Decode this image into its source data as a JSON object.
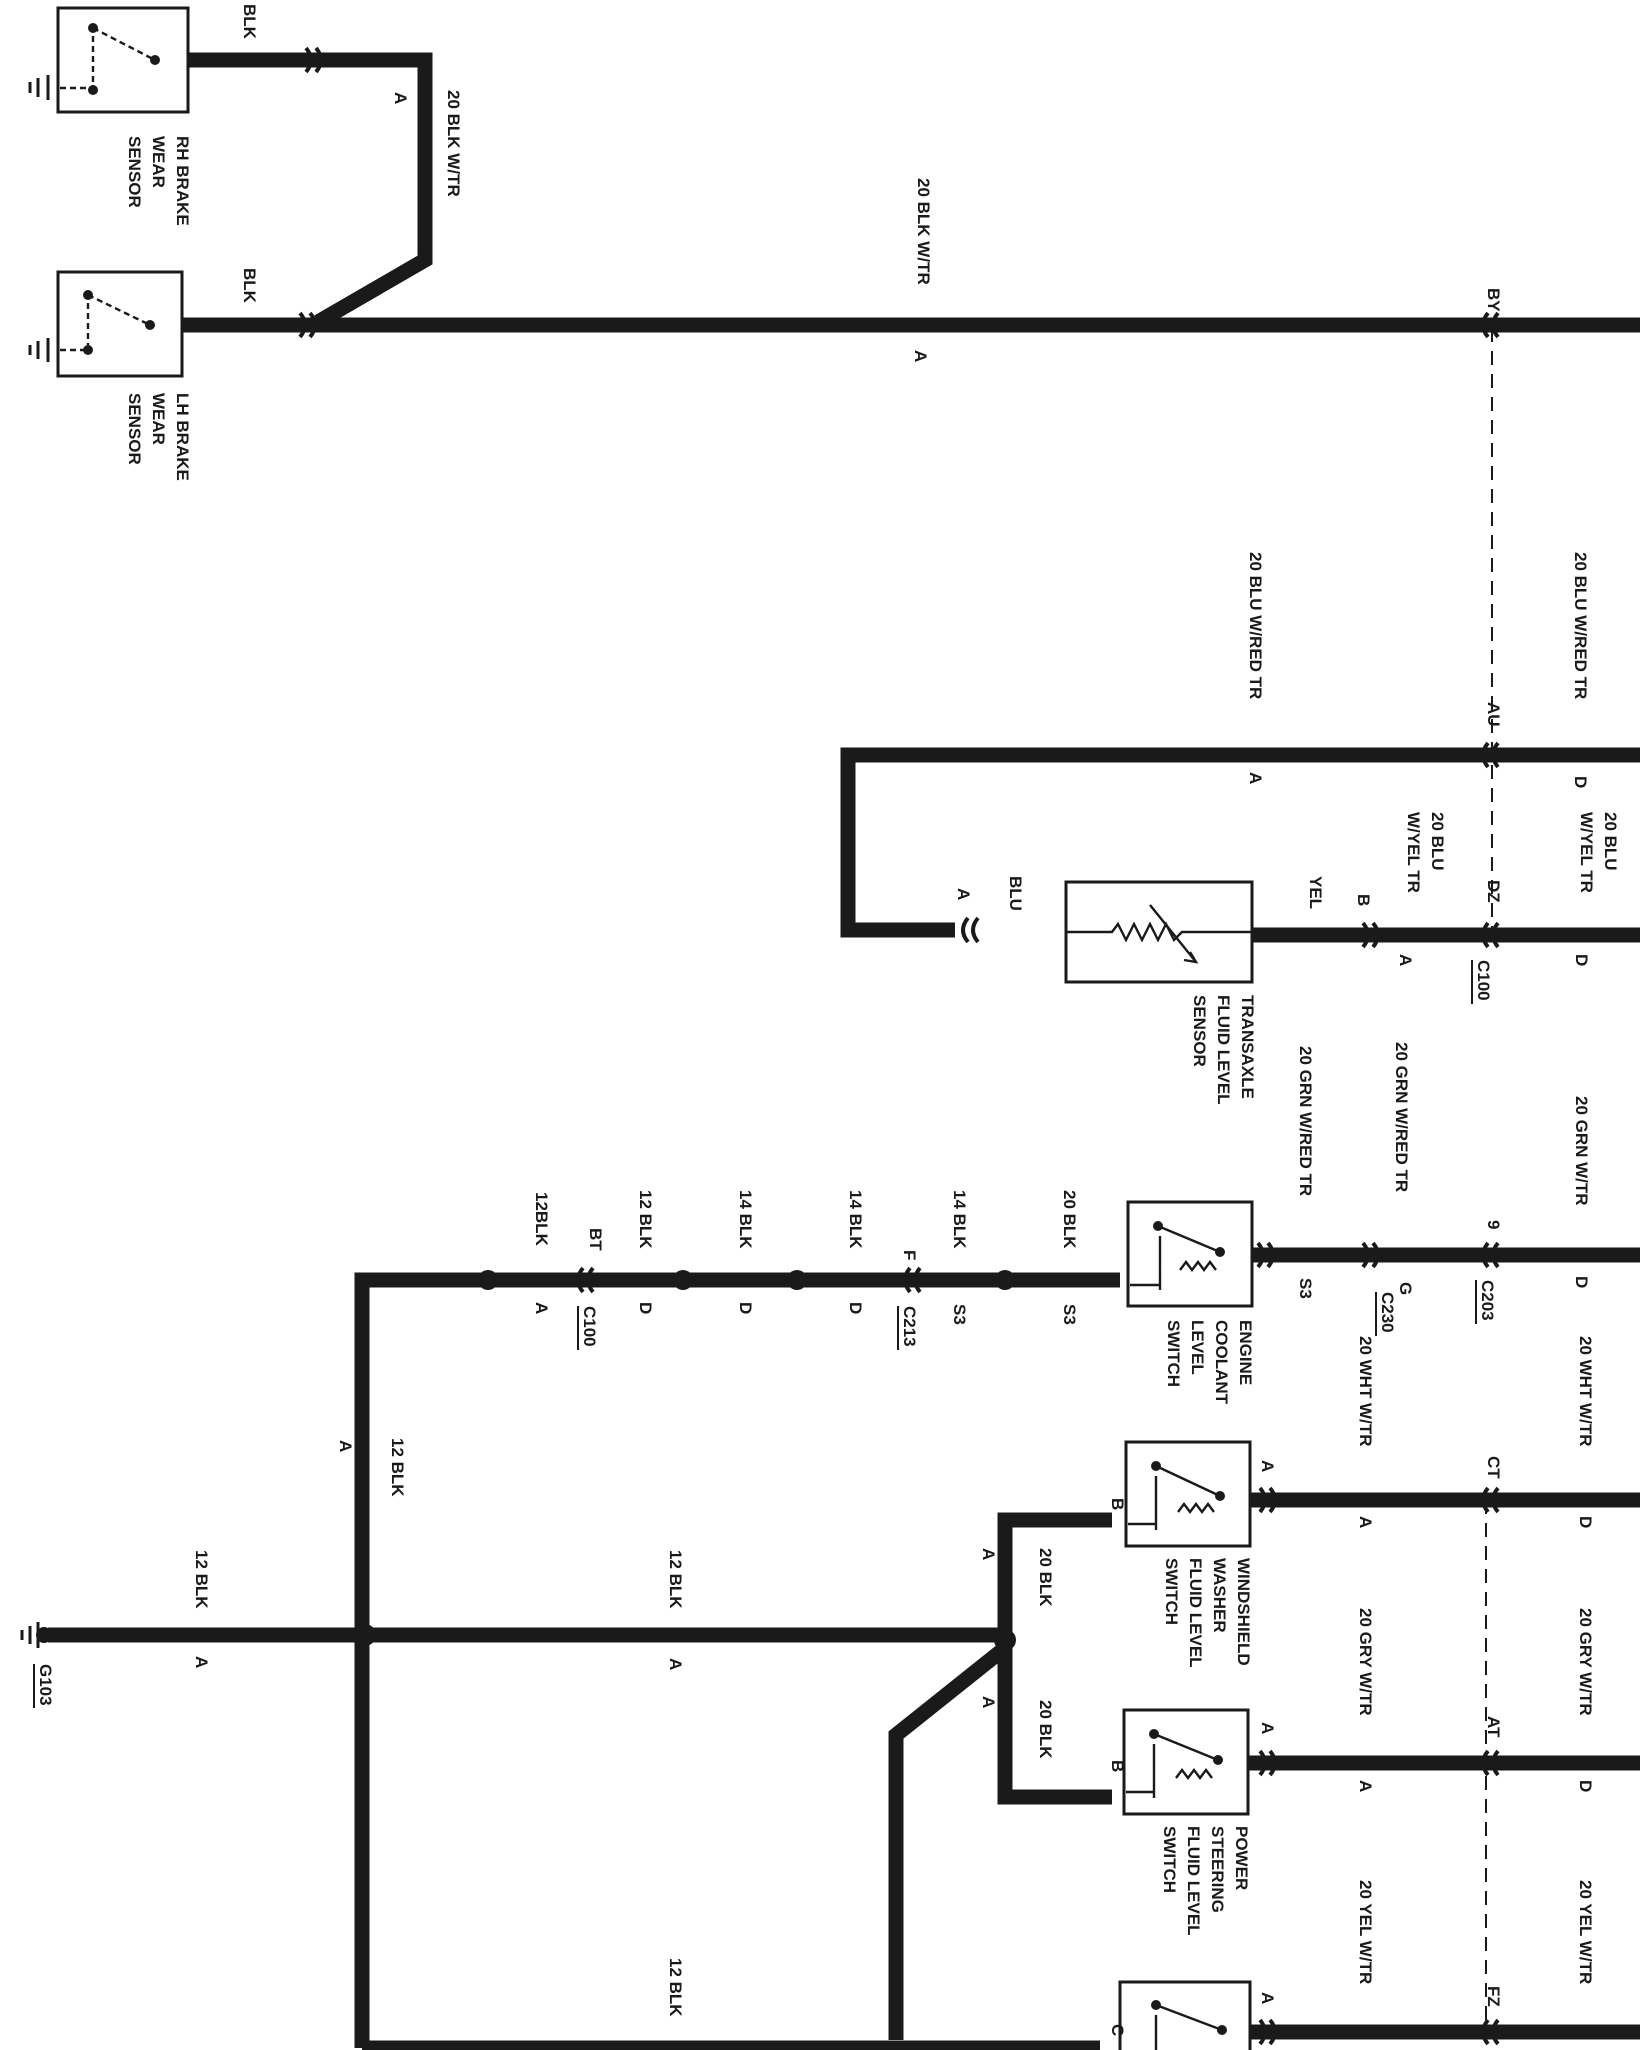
{
  "components": {
    "rh_brake_sensor": [
      "RH BRAKE",
      "WEAR",
      "SENSOR"
    ],
    "lh_brake_sensor": [
      "LH BRAKE",
      "WEAR",
      "SENSOR"
    ],
    "transaxle_sensor": [
      "TRANSAXLE",
      "FLUID LEVEL",
      "SENSOR"
    ],
    "coolant_switch": [
      "ENGINE",
      "COOLANT",
      "LEVEL",
      "SWITCH"
    ],
    "washer_switch": [
      "WINDSHIELD",
      "WASHER",
      "FLUID LEVEL",
      "SWITCH"
    ],
    "steering_switch": [
      "POWER",
      "STEERING",
      "FLUID LEVEL",
      "SWITCH"
    ]
  },
  "wires": {
    "blk": "BLK",
    "blk_wtr": "20 BLK W/TR",
    "blu_wred_tr": "20 BLU W/RED TR",
    "blu": "20 BLU",
    "wyel_tr": "W/YEL TR",
    "blu_short": "BLU",
    "yel_short": "YEL",
    "grn_wred_tr": "20 GRN W/RED TR",
    "grn_wtr": "20 GRN W/TR",
    "wht_wtr": "20 WHT W/TR",
    "gry_wtr": "20 GRY W/TR",
    "yel_wtr": "20 YEL W/TR",
    "blk20": "20 BLK",
    "blk14": "14 BLK",
    "blk12": "12 BLK",
    "blk12_tight": "12BLK"
  },
  "connectors": {
    "c100": "C100",
    "c230": "C230",
    "c203": "C203",
    "c213": "C213",
    "g103": "G103"
  },
  "pins": {
    "a": "A",
    "b": "B",
    "c": "C",
    "d": "D",
    "f": "F",
    "g": "G",
    "nine": "9",
    "by": "BY",
    "au": "AU",
    "dz": "DZ",
    "ct": "CT",
    "at": "AT",
    "fz": "FZ",
    "bt": "BT",
    "s3": "S3"
  }
}
